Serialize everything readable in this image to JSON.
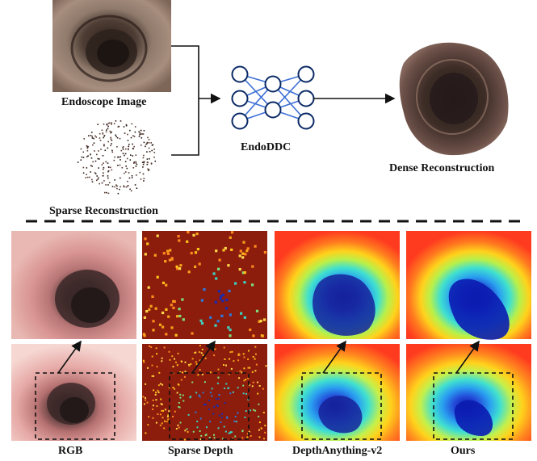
{
  "top": {
    "endoscope_label": "Endoscope Image",
    "sparse_label": "Sparse Reconstruction",
    "network_label": "EndoDDC",
    "dense_label": "Dense Reconstruction"
  },
  "bottom": {
    "columns": [
      "RGB",
      "Sparse Depth",
      "DepthAnything-v2",
      "Ours"
    ]
  },
  "colors": {
    "node_stroke": "#0b2a66",
    "edge_color": "#3d6fd6",
    "tissue_dark": "#3a2a24",
    "tissue_pink": "#d9938f",
    "sparse_bg": "#8c1c0c",
    "depth_far": "#ff3b1f",
    "depth_near": "#0a1aa0"
  }
}
